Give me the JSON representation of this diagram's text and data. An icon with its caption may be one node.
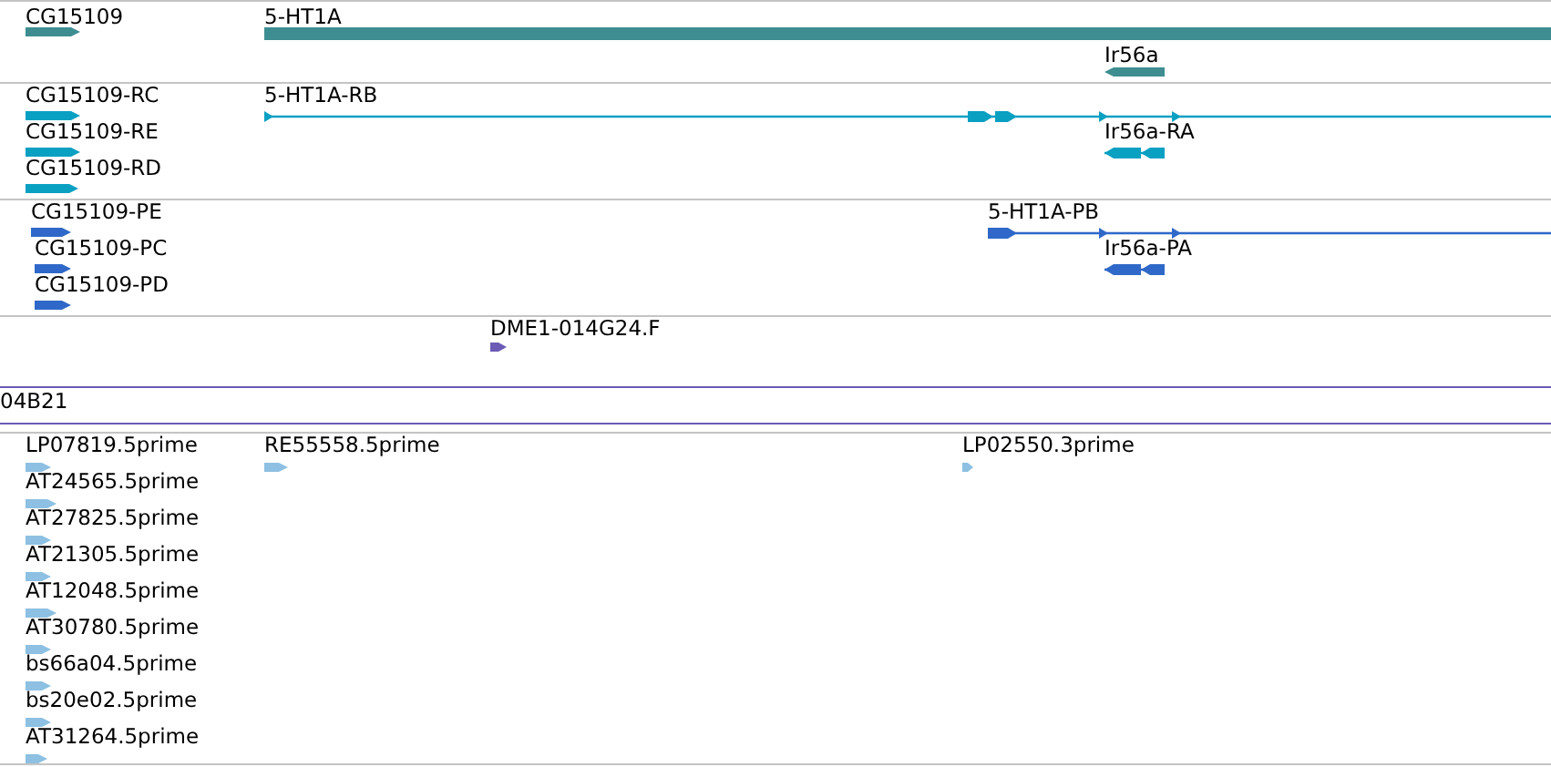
{
  "diagram": {
    "labels": [
      "CG15109",
      "5-HT1A",
      "Ir56a",
      "CG15109-RC",
      "5-HT1A-RB",
      "CG15109-RE",
      "Ir56a-RA",
      "CG15109-RD",
      "CG15109-PE",
      "5-HT1A-PB",
      "CG15109-PC",
      "Ir56a-PA",
      "CG15109-PD",
      "DME1-014G24.F",
      "04B21",
      "LP07819.5prime",
      "RE55558.5prime",
      "LP02550.3prime",
      "AT24565.5prime",
      "AT27825.5prime",
      "AT21305.5prime",
      "AT12048.5prime",
      "AT30780.5prime",
      "bs66a04.5prime",
      "bs20e02.5prime",
      "AT31264.5prime"
    ]
  }
}
